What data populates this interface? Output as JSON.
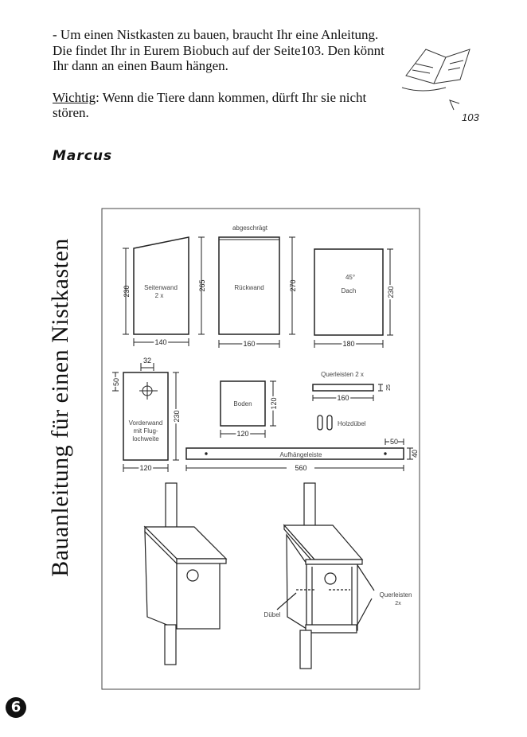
{
  "intro": {
    "para1": "- Um einen Nistkasten zu bauen, braucht Ihr eine Anleitung. Die findet Ihr in Eurem Biobuch auf der Seite103. Den könnt Ihr dann an einen Baum hängen.",
    "important_label": "Wichtig",
    "important_text": ": Wenn die Tiere dann kommen, dürft Ihr sie nicht stören.",
    "signature": "Marcus"
  },
  "margin_note": {
    "page_ref": "103"
  },
  "vertical_title": "Bauanleitung für einen Nistkasten",
  "diagram": {
    "bevel_label": "abgeschrägt",
    "side_wall": {
      "label": "Seitenwand",
      "qty": "2 x",
      "height_front": "230",
      "height_back": "265",
      "width": "140"
    },
    "back_wall": {
      "label": "Rückwand",
      "height": "270",
      "width": "160"
    },
    "roof": {
      "label": "Dach",
      "angle": "45°",
      "height": "230",
      "width": "180"
    },
    "front_wall": {
      "label_lines": [
        "Vorderwand",
        "mit Flug-",
        "lochweite"
      ],
      "hole": "32",
      "hole_offset": "50",
      "height": "230",
      "width": "120"
    },
    "floor": {
      "label": "Boden",
      "height": "120",
      "width": "120"
    },
    "crossbars": {
      "label": "Querleisten 2 x",
      "height": "25",
      "width": "160"
    },
    "dowels": {
      "label": "Holzdübel"
    },
    "hanging_bar": {
      "label": "Aufhängeleiste",
      "offset": "50",
      "height": "40",
      "width": "560"
    },
    "assembled": {
      "dowel_label": "Dübel",
      "crossbar_label": "Querleisten",
      "crossbar_qty": "2x"
    }
  },
  "page_number": "6"
}
